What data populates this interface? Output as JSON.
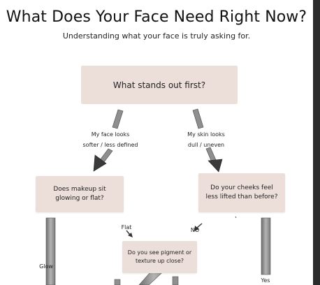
{
  "title": "What Does Your Face Need Right Now?",
  "subtitle": "Understanding what your face is truly asking for.",
  "nodes": {
    "start": "What stands out first?",
    "makeup": "Does makeup sit glowing or flat?",
    "cheeks": "Do your cheeks feel less lifted than before?",
    "pigment": "Do you see pigment or texture up close?"
  },
  "edges": {
    "softer_line1": "My face looks",
    "softer_line2": "softer / less defined",
    "dull_line1": "My skin looks",
    "dull_line2": "dull / uneven",
    "flat": "Flat",
    "no": "NO",
    "glow": "Glow",
    "yes": "Yes"
  },
  "colors": {
    "box_fill": "#ecdfd9",
    "arrow_fill": "#9b9b9b",
    "arrow_stroke": "#333333"
  }
}
